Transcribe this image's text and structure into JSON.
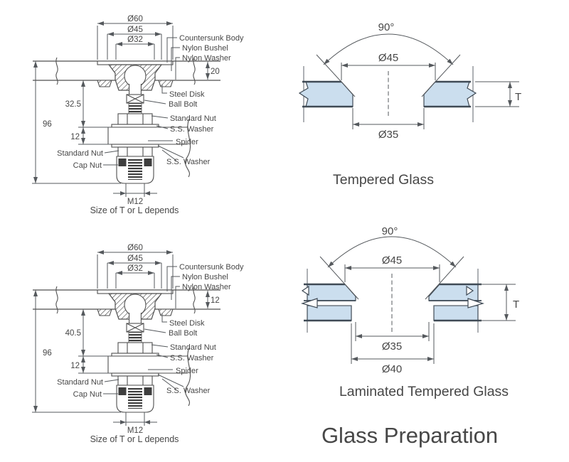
{
  "palette": {
    "line": "#4f4f4f",
    "text": "#474747",
    "glass_fill": "#cbdeee",
    "glass_edge": "#3f4a55"
  },
  "fitting_top": {
    "dims": {
      "dia_outer": "Ø60",
      "dia_mid": "Ø45",
      "dia_inner": "Ø32",
      "glass_thickness": "20",
      "stem_length": "32.5",
      "overall_height": "96",
      "spider_thickness": "12",
      "thread": "M12"
    },
    "labels": {
      "countersunk_body": "Countersunk Body",
      "nylon_bushel": "Nylon Bushel",
      "nylon_washer": "Nylon Washer",
      "steel_disk": "Steel Disk",
      "ball_bolt": "Ball Bolt",
      "standard_nut_right": "Standard Nut",
      "ss_washer_upper": "S.S. Washer",
      "spider": "Spider",
      "ss_washer_lower": "S.S. Washer",
      "standard_nut_left": "Standard Nut",
      "cap_nut": "Cap Nut"
    },
    "note": "Size of T or L depends"
  },
  "fitting_bottom": {
    "dims": {
      "dia_outer": "Ø60",
      "dia_mid": "Ø45",
      "dia_inner": "Ø32",
      "glass_thickness": "12",
      "stem_length": "40.5",
      "overall_height": "96",
      "spider_thickness": "12",
      "thread": "M12"
    },
    "labels": {
      "countersunk_body": "Countersunk Body",
      "nylon_bushel": "Nylon Bushel",
      "nylon_washer": "Nylon Washer",
      "steel_disk": "Steel Disk",
      "ball_bolt": "Ball Bolt",
      "standard_nut_right": "Standard Nut",
      "ss_washer_upper": "S.S. Washer",
      "spider": "Spider",
      "ss_washer_lower": "S.S. Washer",
      "standard_nut_left": "Standard Nut",
      "cap_nut": "Cap Nut"
    },
    "note": "Size of T or L depends"
  },
  "glass_top": {
    "angle": "90°",
    "dia_countersink": "Ø45",
    "dia_hole": "Ø35",
    "thickness": "T",
    "caption": "Tempered Glass"
  },
  "glass_bottom": {
    "angle": "90°",
    "dia_countersink": "Ø45",
    "dia_hole": "Ø35",
    "dia_bottom_hole": "Ø40",
    "thickness": "T",
    "caption": "Laminated Tempered Glass"
  },
  "title": "Glass Preparation"
}
